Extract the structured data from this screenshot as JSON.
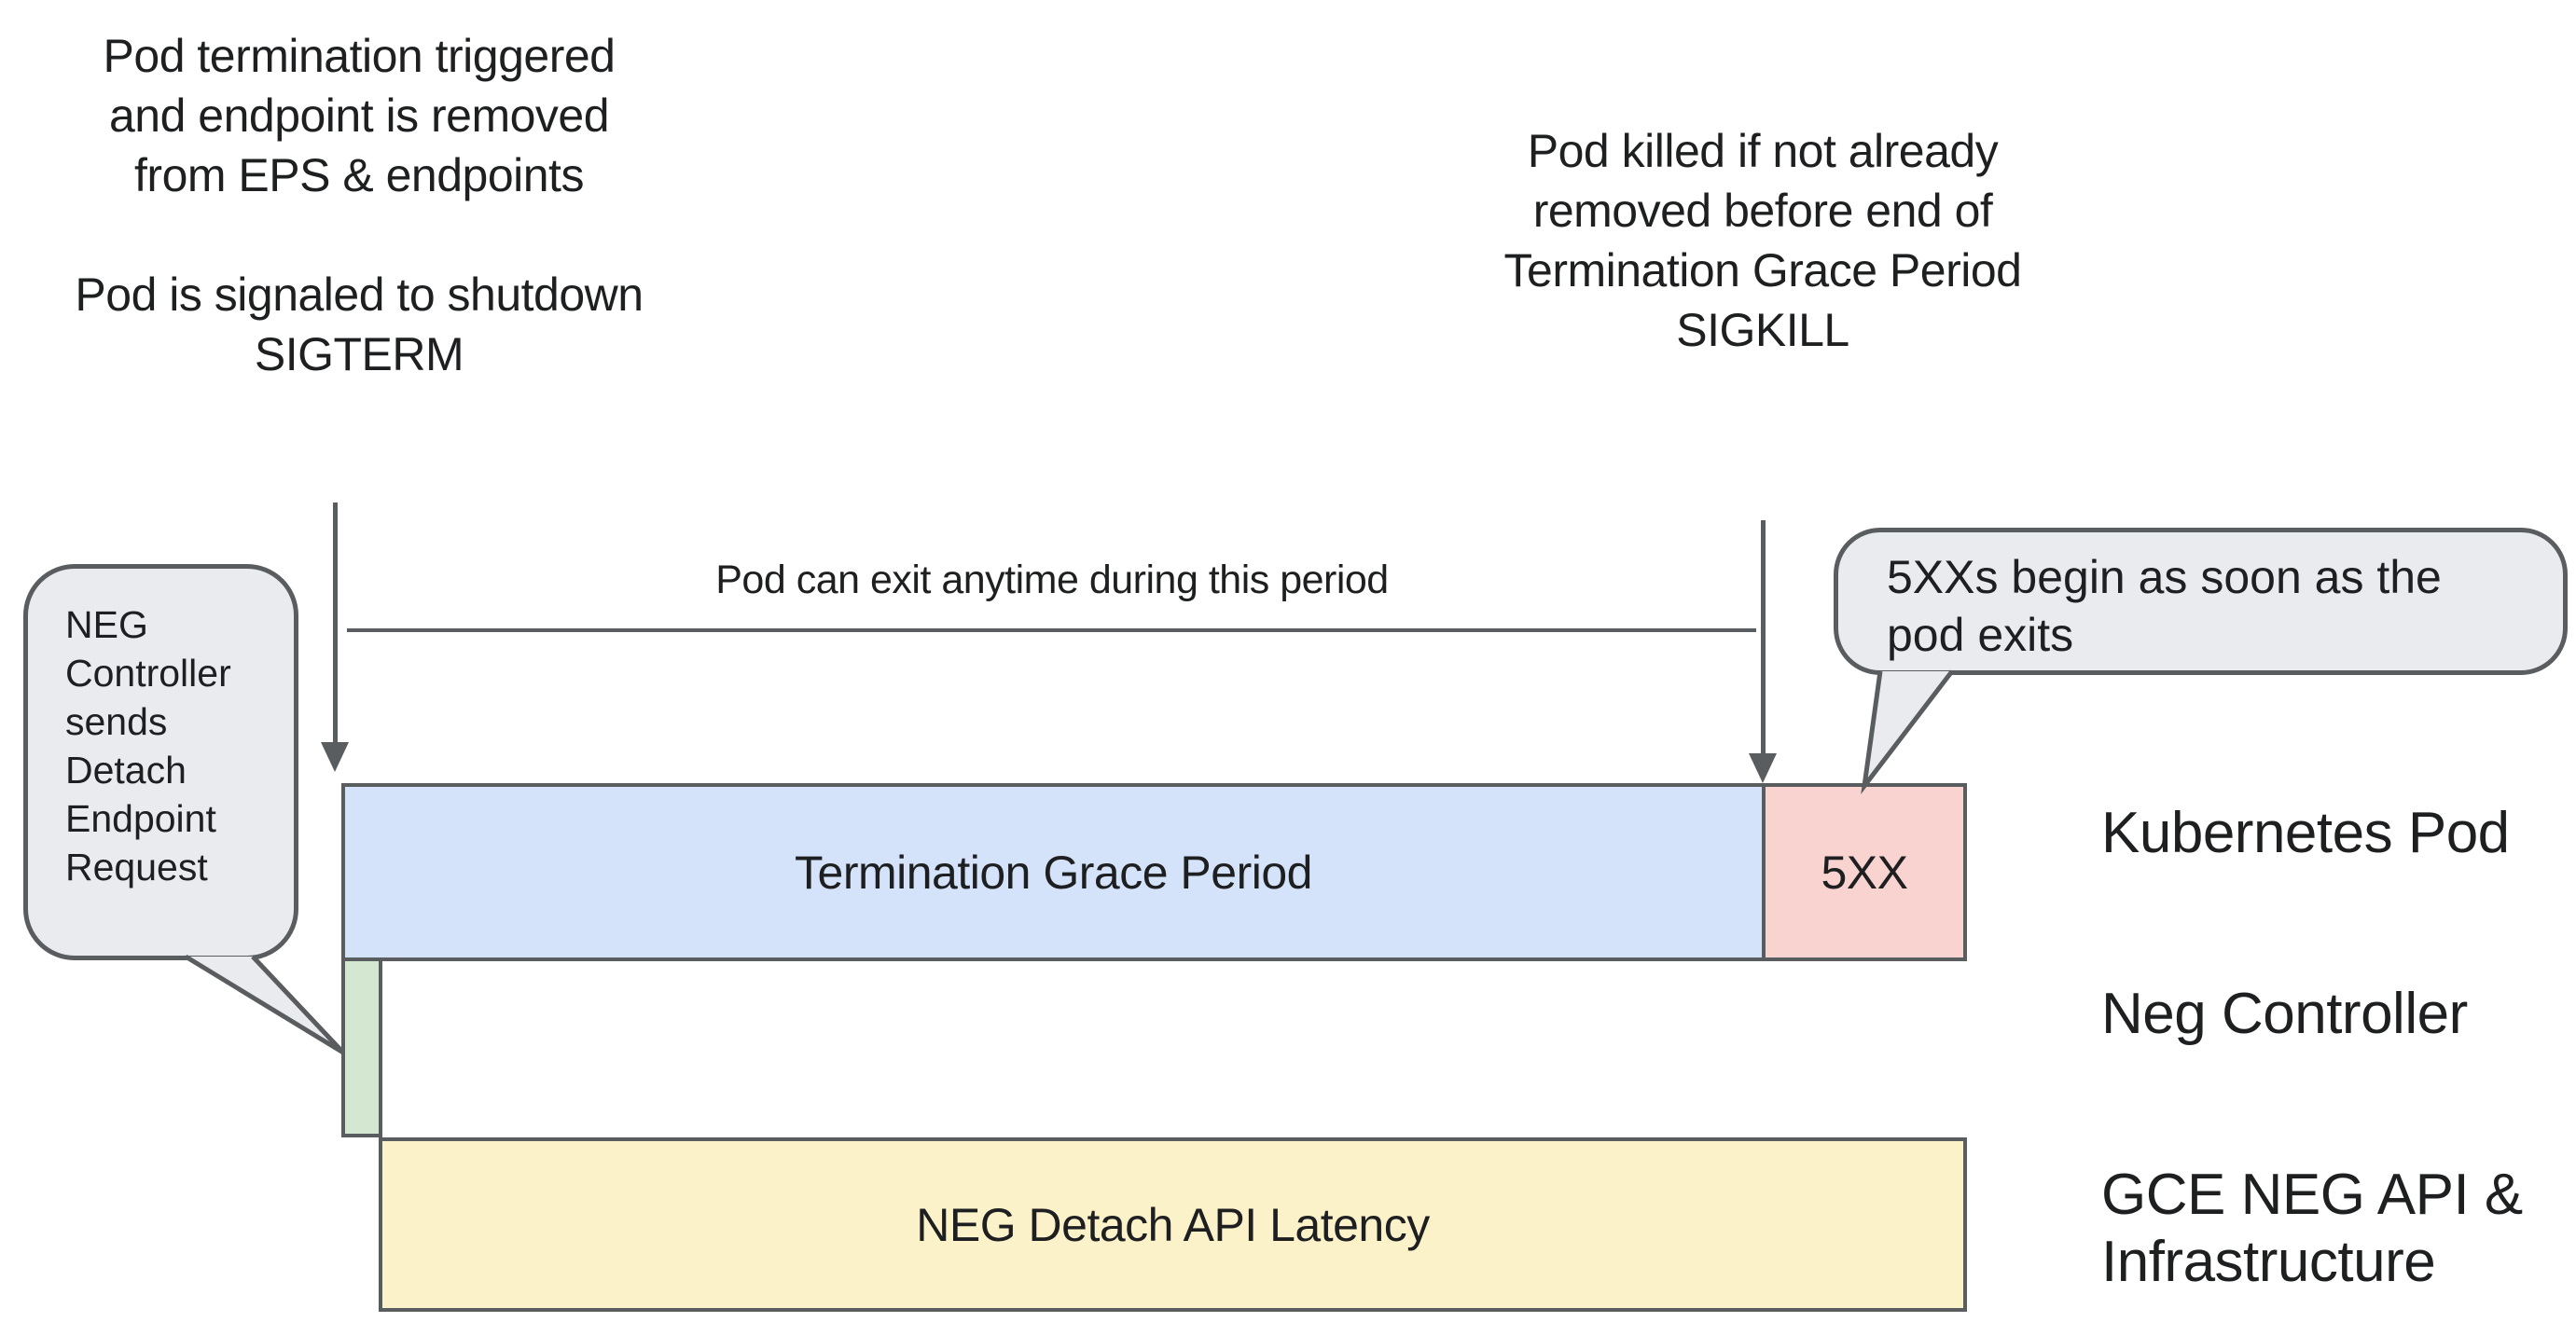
{
  "colors": {
    "line": "#5a5d60",
    "text": "#1e1f21",
    "bar_blue": "#d5e3fa",
    "bar_pink": "#f8d3cf",
    "bar_green": "#d4e7d1",
    "bar_yellow": "#fcf2ca",
    "bubble_fill": "#e9ebee",
    "background": "#ffffff"
  },
  "annotations": {
    "pod_termination": "Pod termination triggered\nand endpoint is removed\nfrom EPS & endpoints\n\nPod is signaled to shutdown\nSIGTERM",
    "pod_killed": "Pod killed if not already\nremoved before end of\nTermination Grace Period\nSIGKILL",
    "exit_period": "Pod can exit anytime during this period"
  },
  "callouts": {
    "neg_controller": "NEG\nController\nsends\nDetach\nEndpoint\nRequest",
    "five_xx_begin": "5XXs begin as soon as the\npod exits"
  },
  "bars": {
    "termination_grace_period": "Termination Grace Period",
    "five_xx": "5XX",
    "neg_detach_api_latency": "NEG Detach API Latency"
  },
  "rows": {
    "kubernetes_pod": "Kubernetes Pod",
    "neg_controller": "Neg Controller",
    "gce_neg": "GCE NEG API &\nInfrastructure"
  }
}
